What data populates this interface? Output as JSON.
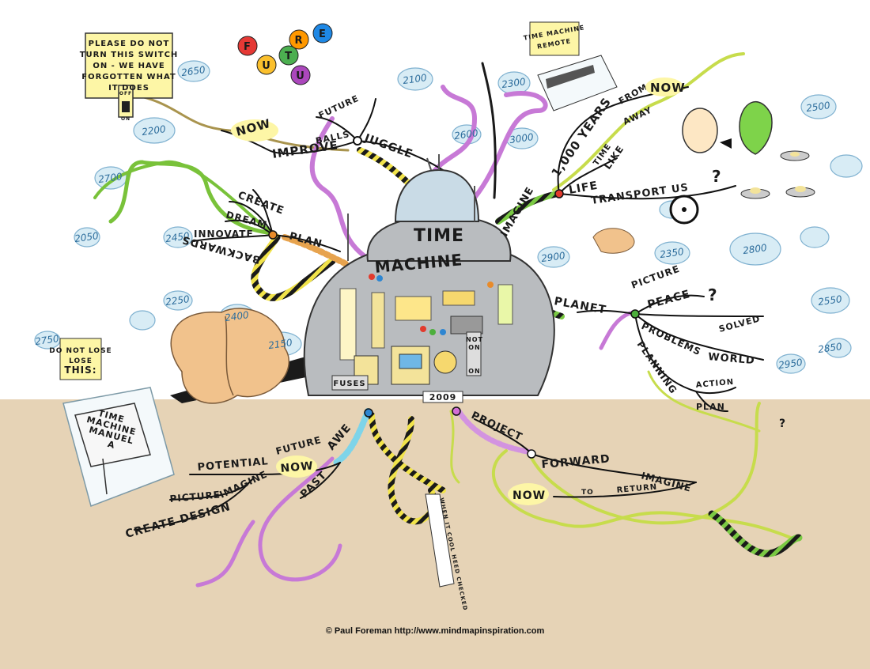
{
  "colors": {
    "ground": "#e6d3b6",
    "sky": "#ffffff",
    "cloud": "#d8ecf5",
    "cloud_stroke": "#7fb1d0",
    "machine": "#b9bcbf",
    "dome": "#c9dbe6",
    "brain": "#f1c28c",
    "highlight": "#fdf6a6",
    "branch_purple": "#c779d6",
    "branch_green": "#79c23a",
    "branch_yellowgreen": "#c7dc4c",
    "branch_wood": "#a9944e",
    "branch_bw": "#1a1a1a",
    "branch_yellow": "#e8df42"
  },
  "center": {
    "line1": "TIME",
    "line2": "MACHINE",
    "date_display": "2009",
    "fuses_label": "FUSES",
    "switch_not": "NOT",
    "switch_on": "ON",
    "switch_on2": "ON"
  },
  "signs": {
    "switch_sign": [
      "PLEASE DO NOT",
      "TURN THIS SWITCH",
      "ON - WE HAVE",
      "FORGOTTEN WHAT",
      "IT      DOES"
    ],
    "switch_off": "OFF",
    "switch_on": "ON",
    "remote_label": [
      "TIME MACHINE",
      "REMOTE"
    ],
    "lose_sign": [
      "DO NOT LOSE",
      "LOSE",
      "THIS:"
    ],
    "manual": [
      "TIME",
      "MACHINE",
      "MANUEL",
      "A"
    ],
    "tag": "WHEN IT COOL HEED CHECKED"
  },
  "future_balls": [
    "F",
    "U",
    "T",
    "U",
    "R",
    "E"
  ],
  "years": [
    "2650",
    "2200",
    "2100",
    "2300",
    "3000",
    "2500",
    "2700",
    "2450",
    "2050",
    "2550",
    "2950",
    "2400",
    "2350",
    "2850",
    "2900",
    "2750",
    "2150",
    "2800",
    "2600",
    "2250"
  ],
  "words": {
    "now_1": "NOW",
    "improve": "IMPROVE",
    "balls": "BALLS",
    "future_1": "FUTURE",
    "juggle": "JUGGLE",
    "create_1": "CREATE",
    "dream": "DREAM",
    "innovate": "INNOVATE",
    "backwards": "BACKWARDS",
    "plan_1": "PLAN",
    "imagine_1": "IMAGINE",
    "years_1000": "1,000 YEARS",
    "from": "FROM",
    "now_2": "NOW",
    "away": "AWAY",
    "life": "LIFE",
    "time": "TIME",
    "like": "LIKE",
    "transport": "TRANSPORT US",
    "q1": "?",
    "planet": "PLANET",
    "picture_1": "PICTURE",
    "peace": "PEACE",
    "q2": "?",
    "problems": "PROBLEMS",
    "solved": "SOLVED",
    "world": "WORLD",
    "planning": "PLANNING",
    "action": "ACTION",
    "plan_2": "PLAN",
    "q3": "?",
    "potential": "POTENTIAL",
    "future_2": "FUTURE",
    "awe": "AWE",
    "now_3": "NOW",
    "past": "PAST",
    "picture_2": "PICTURE",
    "imagine_2": "IMAGINE",
    "create_design": "CREATE DESIGN",
    "project": "PROJECT",
    "forward": "FORWARD",
    "imagine_3": "IMAGINE",
    "now_4": "NOW",
    "to": "TO",
    "return": "RETURN"
  },
  "credit": "© Paul Foreman http://www.mindmapinspiration.com"
}
